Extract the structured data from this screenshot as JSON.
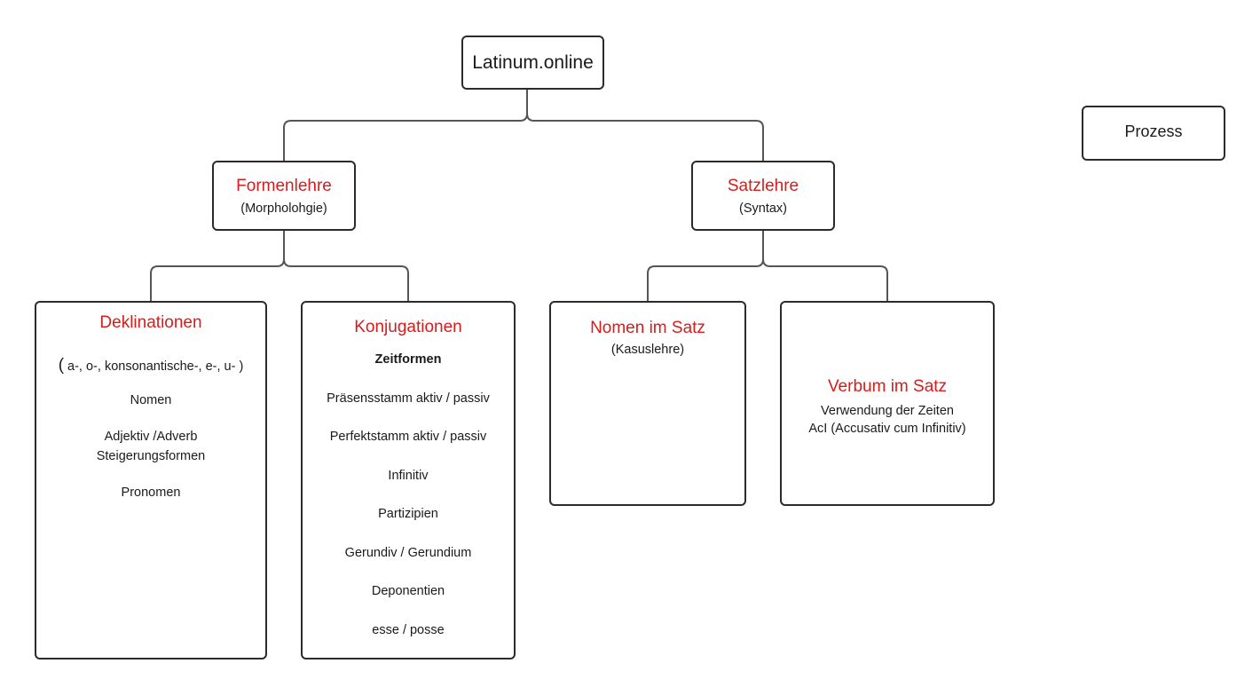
{
  "diagram": {
    "root": {
      "label": "Latinum.online"
    },
    "legend": {
      "label": "Prozess"
    },
    "formenlehre": {
      "title": "Formenlehre",
      "subtitle": "(Morpholohgie)"
    },
    "satzlehre": {
      "title": "Satzlehre",
      "subtitle": "(Syntax)"
    },
    "deklinationen": {
      "title": "Deklinationen",
      "paren_open": "(",
      "types": " a-, o-, konsonantische-, e-, u- )",
      "items": [
        "Nomen",
        "Adjektiv /Adverb",
        "Steigerungsformen",
        "Pronomen"
      ]
    },
    "konjugationen": {
      "title": "Konjugationen",
      "items": [
        "Zeitformen",
        "Präsensstamm aktiv / passiv",
        "Perfektstamm aktiv / passiv",
        "Infinitiv",
        "Partizipien",
        "Gerundiv / Gerundium",
        "Deponentien",
        "esse / posse"
      ]
    },
    "nomen_im_satz": {
      "title": "Nomen im Satz",
      "subtitle": "(Kasuslehre)"
    },
    "verbum_im_satz": {
      "title": "Verbum im Satz",
      "lines": [
        "Verwendung der Zeiten",
        "AcI (Accusativ cum Infinitiv)"
      ]
    }
  },
  "colors": {
    "accent_red": "#d81b1b",
    "border": "#2b2b2b",
    "connector": "#555555",
    "text": "#1a1a1a"
  }
}
